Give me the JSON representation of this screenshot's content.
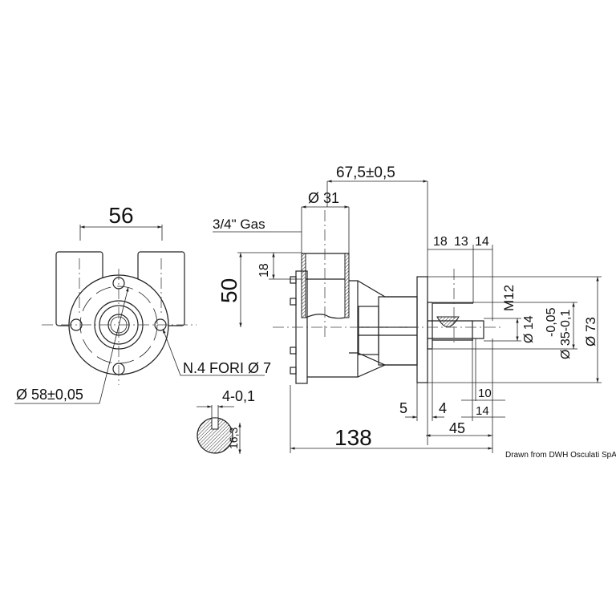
{
  "front_view": {
    "width_dim": "56",
    "holes_note": "N.4 FORI Ø 7",
    "bolt_circle": "Ø 58±0,05"
  },
  "key_section": {
    "key_width": "4-0,1",
    "key_height": "16,3"
  },
  "side_view": {
    "height_dim": "50",
    "port_offset": "18",
    "port_thread": "3/4\" Gas",
    "port_diameter": "Ø 31",
    "port_to_flange": "67,5±0,5",
    "top_dims": [
      "18",
      "13",
      "14"
    ],
    "thread": "M12",
    "shaft_diameter": "Ø 14",
    "spigot_tolerance": "-0,05",
    "spigot_diameter": "Ø 35-0,1",
    "flange_diameter": "Ø 73",
    "flange_thickness": "5",
    "spigot_length": "4",
    "key_length": "10",
    "shaft_end": "14",
    "shaft_length": "45",
    "overall_length": "138"
  },
  "credit": "Drawn from DWH Osculati SpA"
}
